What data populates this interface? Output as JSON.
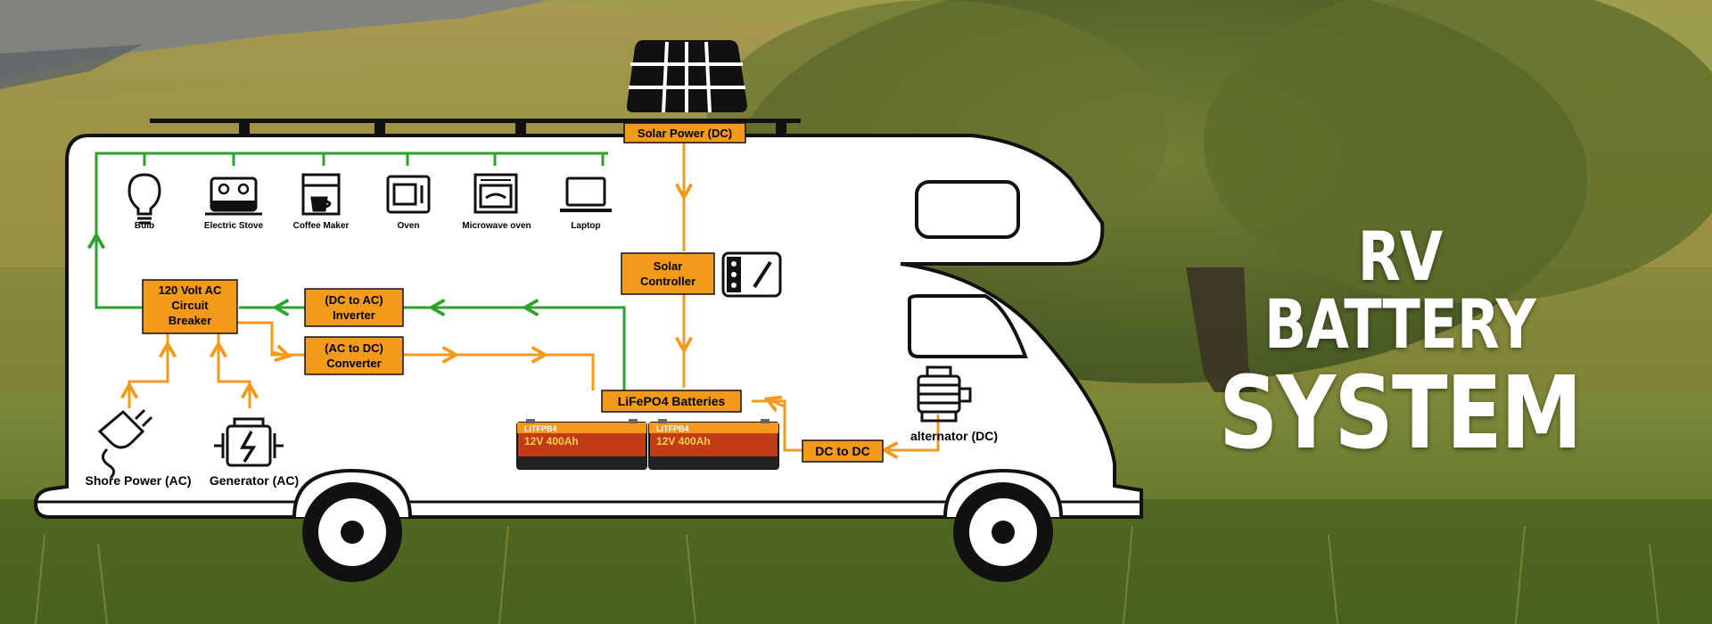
{
  "headline": {
    "line1": "RV BATTERY",
    "line2": "SYSTEM"
  },
  "colors": {
    "ac_flow": "#2aa52a",
    "dc_flow": "#f39a1a",
    "box_fill": "#f39a1a",
    "rv_body": "#ffffff",
    "outline": "#111111"
  },
  "appliances": [
    {
      "label": "Bulb",
      "icon": "bulb-icon"
    },
    {
      "label": "Electric Stove",
      "icon": "electric-stove-icon"
    },
    {
      "label": "Coffee Maker",
      "icon": "coffee-maker-icon"
    },
    {
      "label": "Oven",
      "icon": "oven-icon"
    },
    {
      "label": "Microwave oven",
      "icon": "microwave-oven-icon"
    },
    {
      "label": "Laptop",
      "icon": "laptop-icon"
    }
  ],
  "nodes": {
    "solar_power": "Solar Power (DC)",
    "solar_controller": {
      "line1": "Solar",
      "line2": "Controller"
    },
    "circuit_breaker": {
      "line1": "120 Volt AC",
      "line2": "Circuit",
      "line3": "Breaker"
    },
    "inverter": {
      "line1": "(DC to AC)",
      "line2": "Inverter"
    },
    "converter": {
      "line1": "(AC to DC)",
      "line2": "Converter"
    },
    "batteries": "LiFePO4 Batteries",
    "dc_to_dc": "DC to DC",
    "alternator": "alternator (DC)",
    "shore_power": "Shore Power (AC)",
    "generator": "Generator (AC)"
  },
  "battery_units": [
    {
      "brand": "LiTFPB4",
      "rating": "12V 400Ah"
    },
    {
      "brand": "LiTFPB4",
      "rating": "12V 400Ah"
    }
  ]
}
